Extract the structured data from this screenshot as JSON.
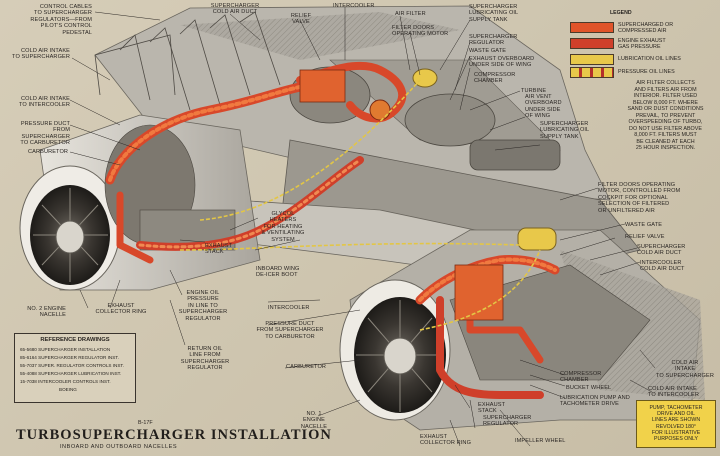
{
  "title": "TURBOSUPERCHARGER INSTALLATION",
  "subtitle": "INBOARD AND OUTBOARD NACELLES",
  "figure_id": "B-17F",
  "legend": {
    "heading": "LEGEND",
    "items": [
      {
        "label": "SUPERCHARGED OR\nCOMPRESSED AIR",
        "color": "#e0542a",
        "pattern": "solid"
      },
      {
        "label": "ENGINE EXHAUST\nGAS PRESSURE",
        "color": "#cf3f2a",
        "pattern": "solid"
      },
      {
        "label": "LUBRICATION OIL LINES",
        "color": "#e8c84a",
        "pattern": "solid"
      },
      {
        "label": "PRESSURE OIL LINES",
        "color": "#e8c84a",
        "pattern": "striped"
      }
    ]
  },
  "note": "AIR FILTER COLLECTS\nAND FILTERS AIR FROM\nINTERIOR. FILTER USED\nBELOW 8,000 FT. WHERE\nSAND OR DUST CONDITIONS\nPREVAIL, TO PREVENT\nOVERSPEEDING OF TURBO,\nDO NOT USE FILTER ABOVE\n8,000 FT. FILTERS MUST\nBE CLEANED AT EACH\n25 HOUR INSPECTION.",
  "pump_note": "PUMP, TACHOMETER\nDRIVE AND OIL\nLINES ARE SHOWN\nREVOLVED 180°\nFOR ILLUSTRATIVE\nPURPOSES ONLY",
  "reference_drawings": {
    "heading": "REFERENCE DRAWINGS",
    "items": [
      "65-5680 SUPERCHARGER INSTALLATION",
      "85-6164 SUPERCHARGER REGULATOR INST.",
      "55-7037 SUPER. REGULATOR CONTROLS INST.",
      "55-4088 SUPERCHARGER LUBRICATION INST.",
      "15-7038 INTERCOOLER CONTROLS INST.",
      "BOEING"
    ]
  },
  "labels": {
    "control_cables": "CONTROL CABLES\nTO SUPERCHARGER\nREGULATORS—FROM\nPILOT'S CONTROL\nPEDESTAL",
    "cold_air_intake_top": "COLD AIR INTAKE\nTO SUPERCHARGER",
    "cold_air_intake_intercooler_left": "COLD AIR INTAKE\nTO INTERCOOLER",
    "pressure_duct_left": "PRESSURE DUCT FROM\nSUPERCHARGER\nTO CARBURETOR",
    "carburetor_left": "CARBURETOR",
    "supercharger_cold_air_duct_top": "SUPERCHARGER\nCOLD AIR DUCT",
    "relief_valve_top": "RELIEF\nVALVE",
    "intercooler_top": "INTERCOOLER",
    "air_filter": "AIR FILTER",
    "filter_doors_motor": "FILTER DOORS\nOPERATING MOTOR",
    "supercharger_lub_oil_supply_tank_top": "SUPERCHARGER\nLUBRICATING OIL\nSUPPLY TANK",
    "supercharger_regulator_top": "SUPERCHARGER\nREGULATOR",
    "waste_gate_top": "WASTE GATE",
    "exhaust_overboard": "EXHAUST OVERBOARD\nUNDER SIDE OF WING",
    "compressor_chamber_top": "COMPRESSOR\nCHAMBER",
    "turbine": "TURBINE",
    "air_vent": "AIR VENT\nOVERBOARD\nUNDER SIDE\nOF WING",
    "supercharger_lub_oil_supply_tank_mid": "SUPERCHARGER\nLUBRICATING OIL\nSUPPLY TANK",
    "filter_doors_note": "FILTER DOORS OPERATING\nMOTOR, CONTROLLED FROM\nCOCKPIT FOR OPTIONAL\nSELECTION OF FILTERED\nOR UNFILTERED AIR",
    "glycol_heaters": "GLYCOL\nHEATERS\nFOR HEATING\n& VENTILATING\nSYSTEM",
    "exhaust_stack_left": "EXHAUST\nSTACK",
    "inboard_wing_deicer": "INBOARD WING\nDE-ICER BOOT",
    "waste_gate_right": "WASTE GATE",
    "relief_valve_right": "RELIEF VALVE",
    "supercharger_cold_air_duct_right": "SUPERCHARGER\nCOLD AIR DUCT",
    "intercooler_cold_air_duct": "INTERCOOLER\nCOLD AIR DUCT",
    "no2_engine_nacelle": "No. 2 ENGINE\nNACELLE",
    "exhaust_collector_ring_left": "EXHAUST\nCOLLECTOR RING",
    "engine_oil_pressure": "ENGINE OIL\nPRESSURE\nIN LINE TO\nSUPERCHARGER\nREGULATOR",
    "intercooler_mid": "INTERCOOLER",
    "pressure_duct_mid": "PRESSURE DUCT\nFROM SUPERCHARGER\nTO CARBURETOR",
    "return_oil_line": "RETURN OIL\nLINE FROM\nSUPERCHARGER\nREGULATOR",
    "carburetor_mid": "CARBURETOR",
    "no1_engine_nacelle": "No. 1\nENGINE\nNACELLE",
    "exhaust_stack_bottom": "EXHAUST\nSTACK",
    "supercharger_regulator_bottom": "SUPERCHARGER\nREGULATOR",
    "exhaust_collector_ring_bottom": "EXHAUST\nCOLLECTOR RING",
    "impeller_wheel": "IMPELLER WHEEL",
    "compressor_chamber_bottom": "COMPRESSOR\nCHAMBER",
    "bucket_wheel": "BUCKET WHEEL",
    "lubrication_pump_tach": "LUBRICATION PUMP AND\nTACHOMETER DRIVE",
    "cold_air_intake_supercharger_bottom": "COLD AIR\nINTAKE\nTO SUPERCHARGER",
    "cold_air_intake_intercooler_bottom": "COLD AIR INTAKE\nTO INTERCOOLER"
  }
}
